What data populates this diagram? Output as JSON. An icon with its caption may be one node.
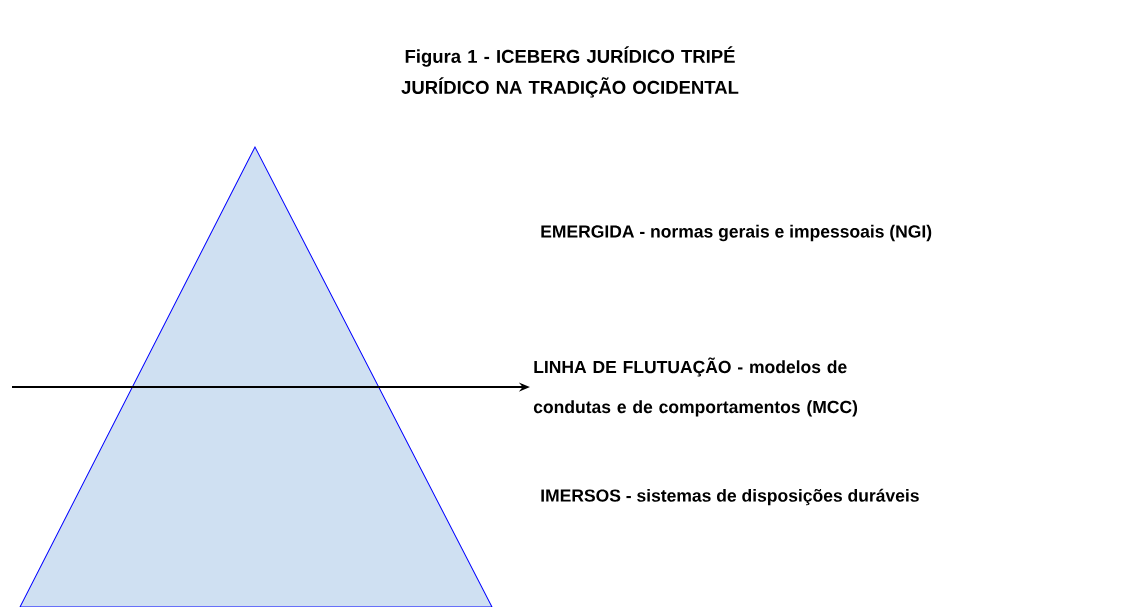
{
  "diagram": {
    "title": "Figura 1 - ICEBERG JURÍDICO   TRIPÉ JURÍDICO NA TRADIÇÃO OCIDENTAL",
    "nodes": [
      {
        "text": [],
        "shape": "triangle"
      },
      {
        "text": [
          "LINHA DE FLUTUAÇÃO - modelos de condutas e de comportamentos (MCC)"
        ]
      }
    ],
    "edges": [
      {
        "from": null,
        "to": 1,
        "arrow": "to"
      }
    ],
    "labels": [
      "EMERGIDA - normas gerais e impessoais (NGI)",
      "IMERSOS - sistemas de disposições duráveis"
    ]
  }
}
